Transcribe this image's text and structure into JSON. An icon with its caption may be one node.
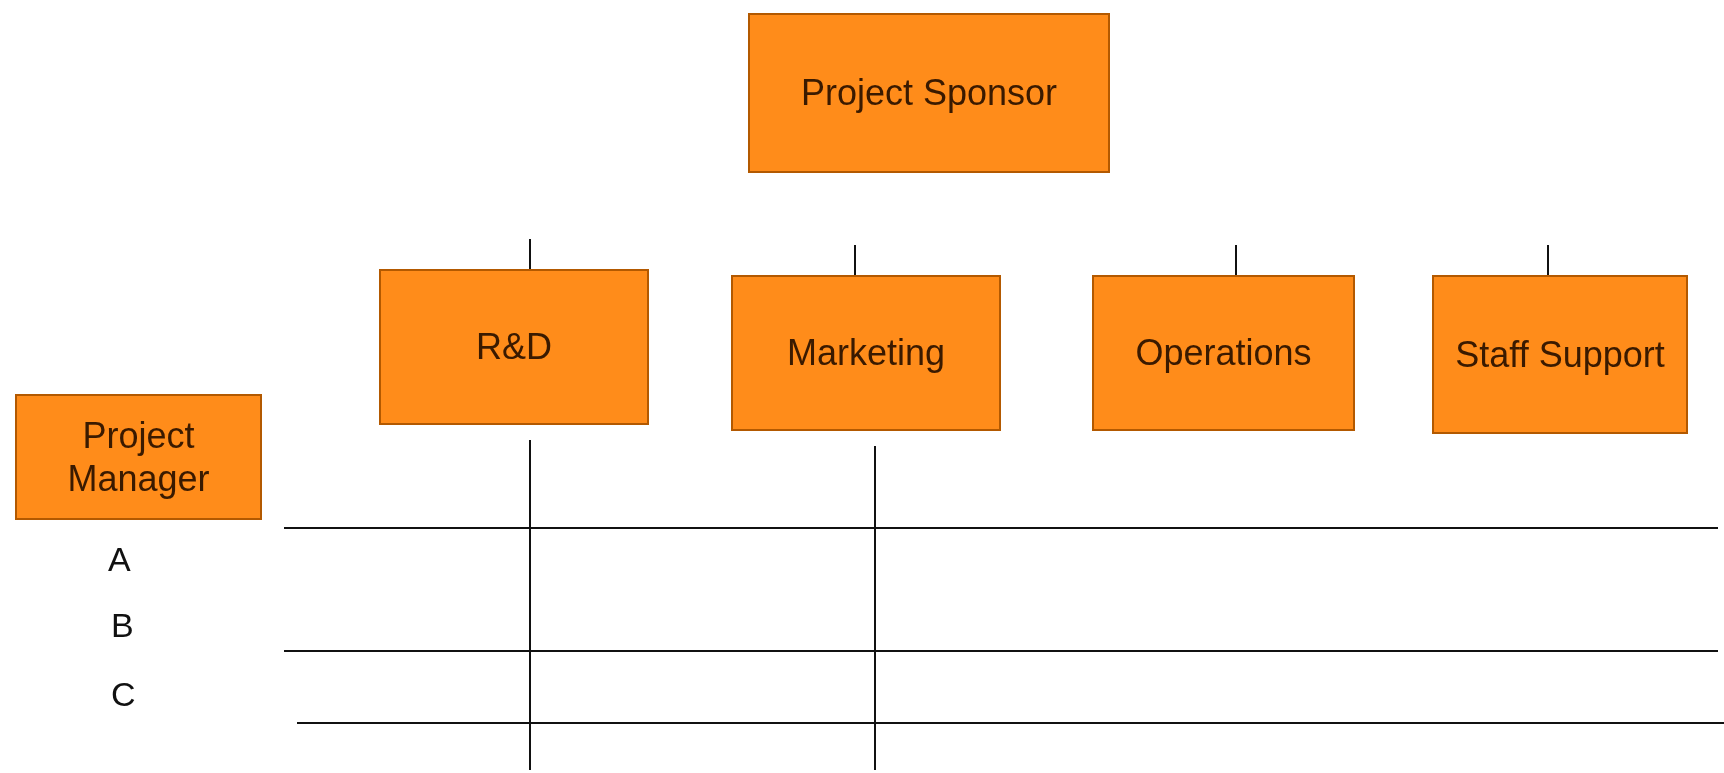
{
  "diagram": {
    "nodes": [
      {
        "text": [
          "Project Sponsor"
        ]
      },
      {
        "text": [
          "R&D"
        ]
      },
      {
        "text": [
          "Marketing"
        ]
      },
      {
        "text": [
          "Operations"
        ]
      },
      {
        "text": [
          "Staff Support"
        ]
      },
      {
        "text": [
          "Project Manager"
        ]
      }
    ],
    "edges": [
      {
        "from": null,
        "to": 1,
        "arrow": "none"
      },
      {
        "from": null,
        "to": 2,
        "arrow": "none"
      },
      {
        "from": null,
        "to": 3,
        "arrow": "none"
      },
      {
        "from": null,
        "to": 4,
        "arrow": "none"
      },
      {
        "from": 1,
        "to": null,
        "arrow": "none"
      },
      {
        "from": 2,
        "to": null,
        "arrow": "none"
      }
    ],
    "labels": [
      "A",
      "B",
      "C"
    ]
  }
}
